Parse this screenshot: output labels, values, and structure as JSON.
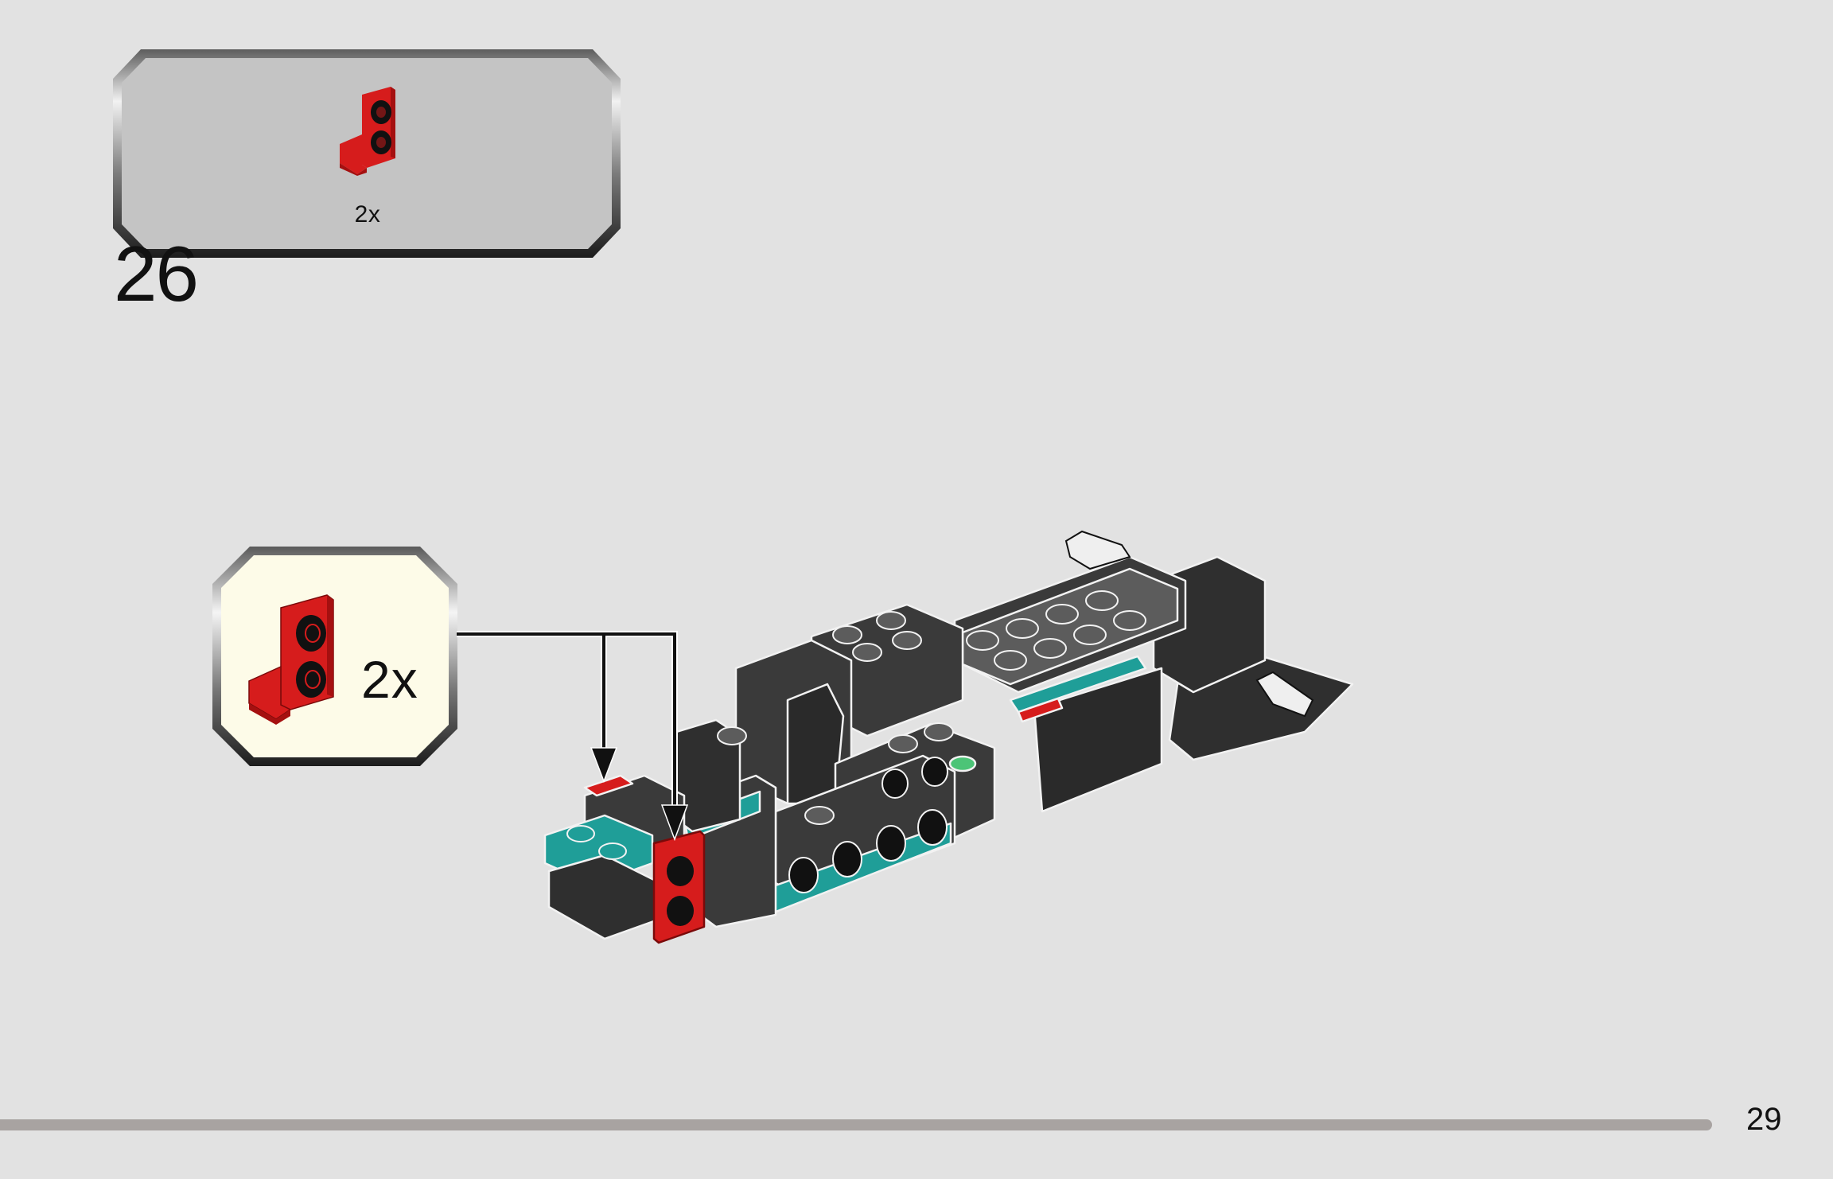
{
  "page": {
    "background": "#e2e2e2",
    "page_number": "29"
  },
  "parts_list": {
    "items": [
      {
        "icon": "red-bracket-1x2-icon",
        "quantity": "2x",
        "color": "#d61c1c"
      }
    ],
    "panel_fill": "#c4c4c4"
  },
  "step": {
    "number": "26"
  },
  "callout": {
    "icon": "red-bracket-1x2-icon",
    "quantity": "2x",
    "fill": "#fdfbe8"
  },
  "assembly": {
    "description": "Vehicle chassis model with two red brackets being attached at the front",
    "arrows": 2,
    "colors": {
      "dark_gray": "#2f2f2f",
      "medium_gray": "#5c5c5c",
      "stud_gray": "#6e6e6e",
      "teal": "#1f9e98",
      "red": "#d61c1c",
      "green": "#4cc477",
      "light": "#efefef"
    }
  },
  "progress": {
    "color": "#a8a3a1"
  }
}
